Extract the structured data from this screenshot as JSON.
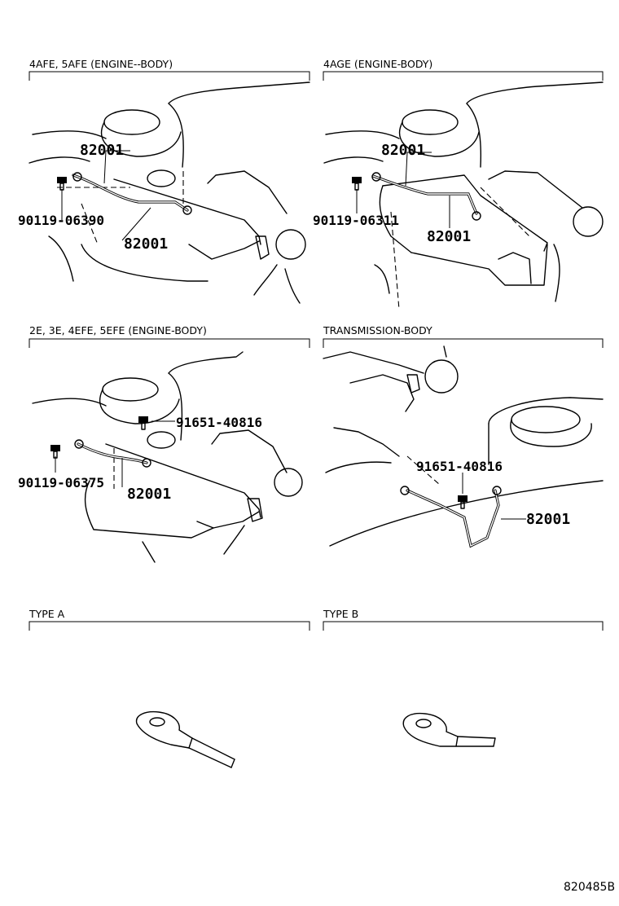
{
  "panels": {
    "p1": {
      "header": "4AFE, 5AFE (ENGINE--BODY)",
      "labels": [
        "82001",
        "90119-06390",
        "82001"
      ]
    },
    "p2": {
      "header": "4AGE (ENGINE-BODY)",
      "labels": [
        "82001",
        "90119-06311",
        "82001"
      ]
    },
    "p3": {
      "header": "2E, 3E, 4EFE, 5EFE (ENGINE-BODY)",
      "labels": [
        "91651-40816",
        "90119-06375",
        "82001"
      ]
    },
    "p4": {
      "header": "TRANSMISSION-BODY",
      "labels": [
        "91651-40816",
        "82001"
      ]
    },
    "p5": {
      "header": "TYPE A"
    },
    "p6": {
      "header": "TYPE B"
    }
  },
  "figure_code": "820485B"
}
